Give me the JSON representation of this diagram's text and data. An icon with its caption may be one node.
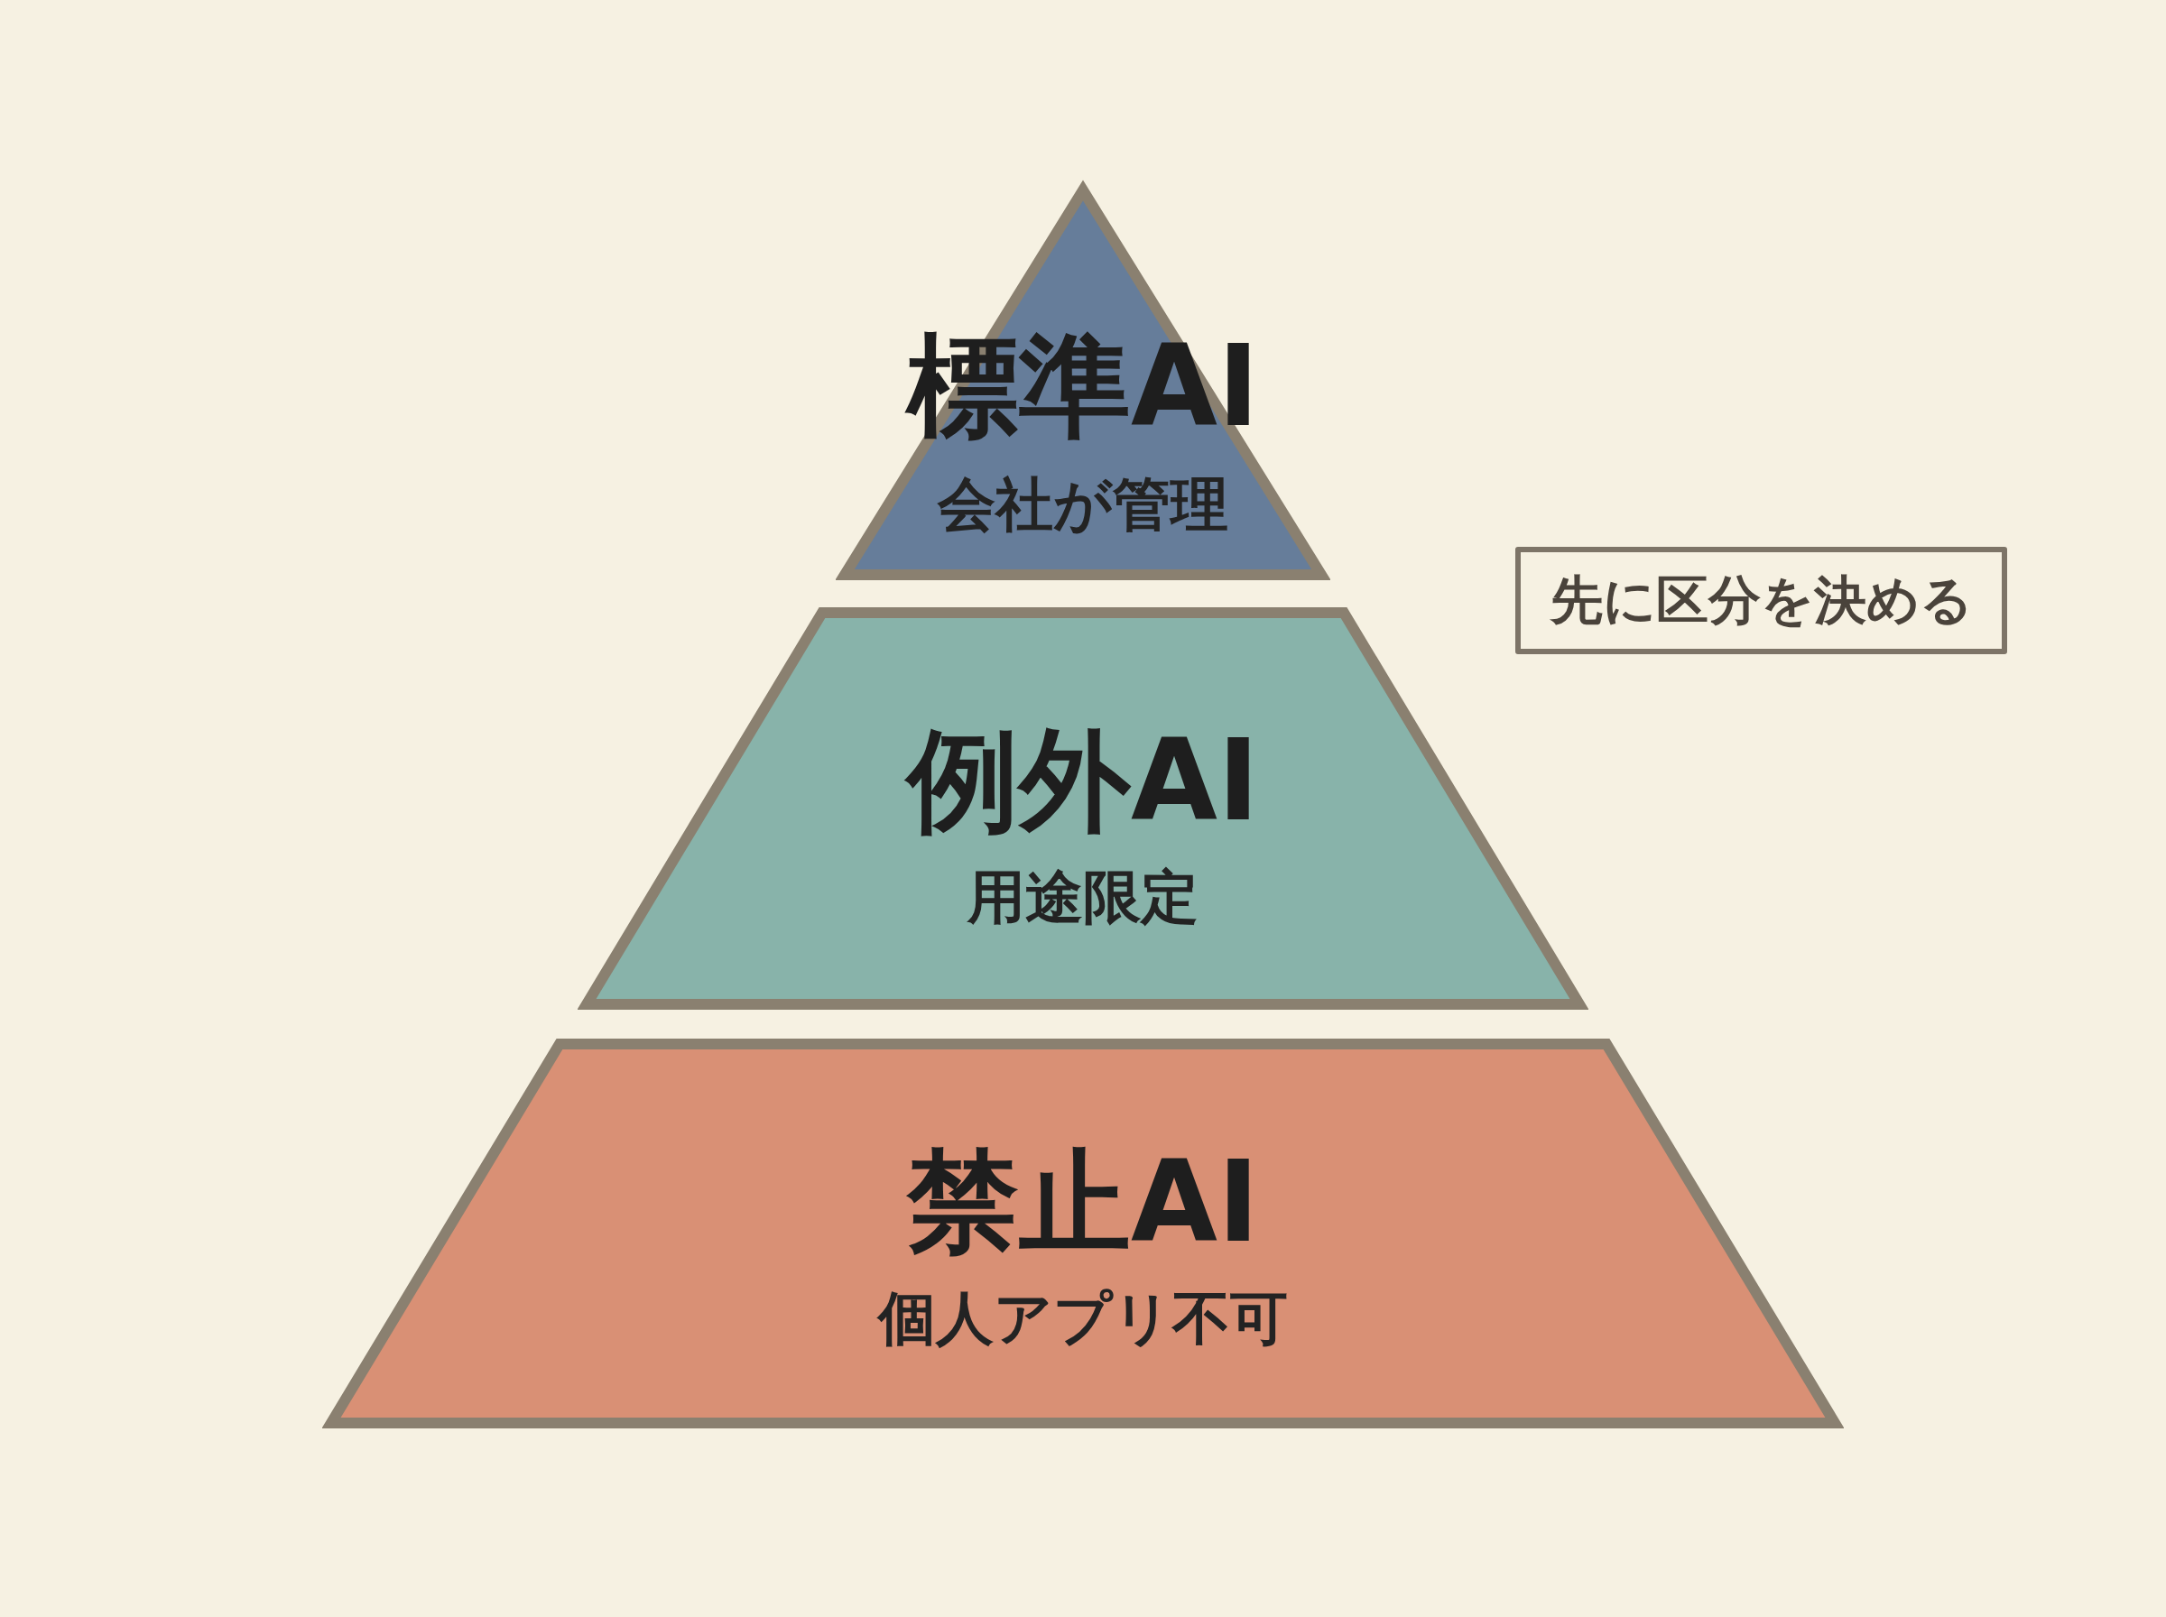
{
  "diagram": {
    "nodes": [
      {
        "text": [
          "標準AI",
          "会社が管理"
        ]
      },
      {
        "text": [
          "例外AI",
          "用途限定"
        ]
      },
      {
        "text": [
          "禁止AI",
          "個人アプリ不可"
        ]
      },
      {
        "text": [
          "先に区分を決める"
        ]
      }
    ]
  }
}
